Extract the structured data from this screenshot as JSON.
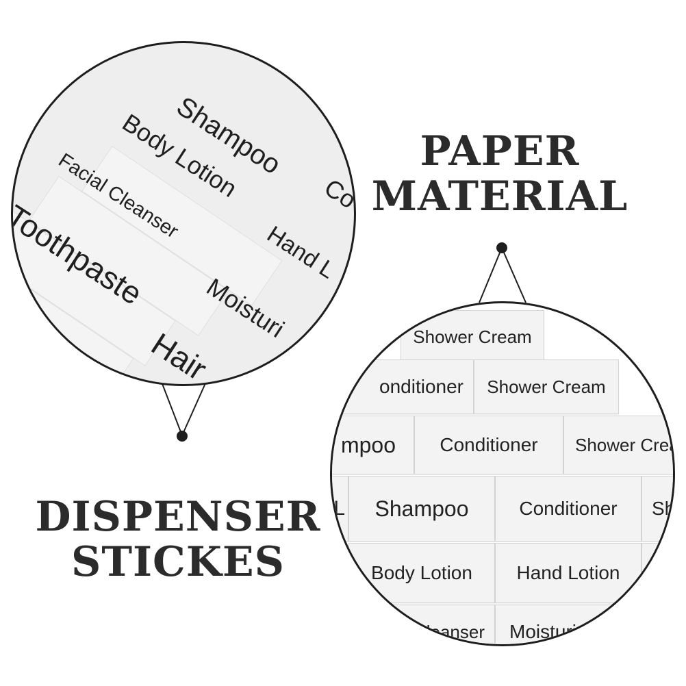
{
  "headings": {
    "paper_line1": "PAPER",
    "paper_line2": "MATERIAL",
    "dispenser_line1": "DISPENSER",
    "dispenser_line2": "STICKES"
  },
  "left_lens": {
    "labels": [
      "Shampoo",
      "Body Lotion",
      "Facial Cleanser",
      "Toothpaste",
      "Co",
      "Hand L",
      "Moisturi",
      "Hair"
    ]
  },
  "right_lens": {
    "labels": [
      "Shower Cream",
      "onditioner",
      "Shower Cream",
      "mpoo",
      "Conditioner",
      "Shower Crea",
      "L",
      "Shampoo",
      "Conditioner",
      "Sh",
      "Body Lotion",
      "Hand Lotion",
      "leanser",
      "Moisturi"
    ]
  },
  "colors": {
    "ink": "#2b2b2b",
    "outline": "#1e1e1e",
    "label_paper": "#f3f3f3"
  }
}
